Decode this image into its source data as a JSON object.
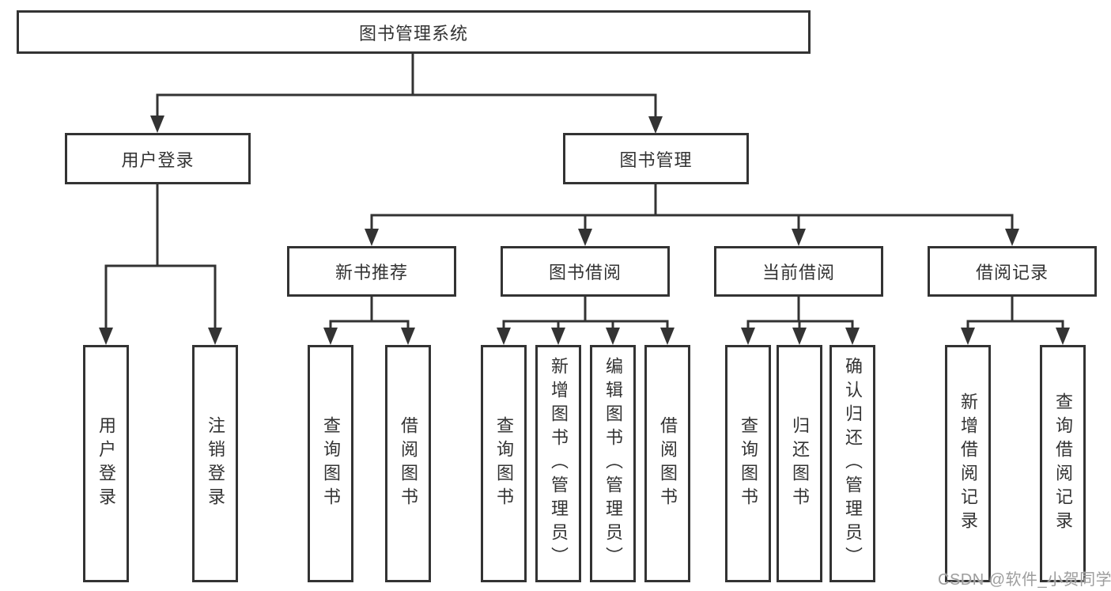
{
  "diagram": {
    "root": {
      "label": "图书管理系统"
    },
    "level2": [
      {
        "label": "用户登录",
        "children": [
          {
            "label": "用户登录"
          },
          {
            "label": "注销登录"
          }
        ]
      },
      {
        "label": "图书管理",
        "groups": [
          {
            "label": "新书推荐",
            "children": [
              {
                "label": "查询图书"
              },
              {
                "label": "借阅图书"
              }
            ]
          },
          {
            "label": "图书借阅",
            "children": [
              {
                "label": "查询图书"
              },
              {
                "label": "新增图书（管理员）"
              },
              {
                "label": "编辑图书（管理员）"
              },
              {
                "label": "借阅图书"
              }
            ]
          },
          {
            "label": "当前借阅",
            "children": [
              {
                "label": "查询图书"
              },
              {
                "label": "归还图书"
              },
              {
                "label": "确认归还（管理员）"
              }
            ]
          },
          {
            "label": "借阅记录",
            "children": [
              {
                "label": "新增借阅记录"
              },
              {
                "label": "查询借阅记录"
              }
            ]
          }
        ]
      }
    ]
  },
  "watermark": {
    "text": "CSDN @软件_小贺同学"
  },
  "colors": {
    "line": "#333333",
    "background": "#ffffff",
    "box_background": "#ffffff",
    "watermark": "#9d9d9d"
  }
}
